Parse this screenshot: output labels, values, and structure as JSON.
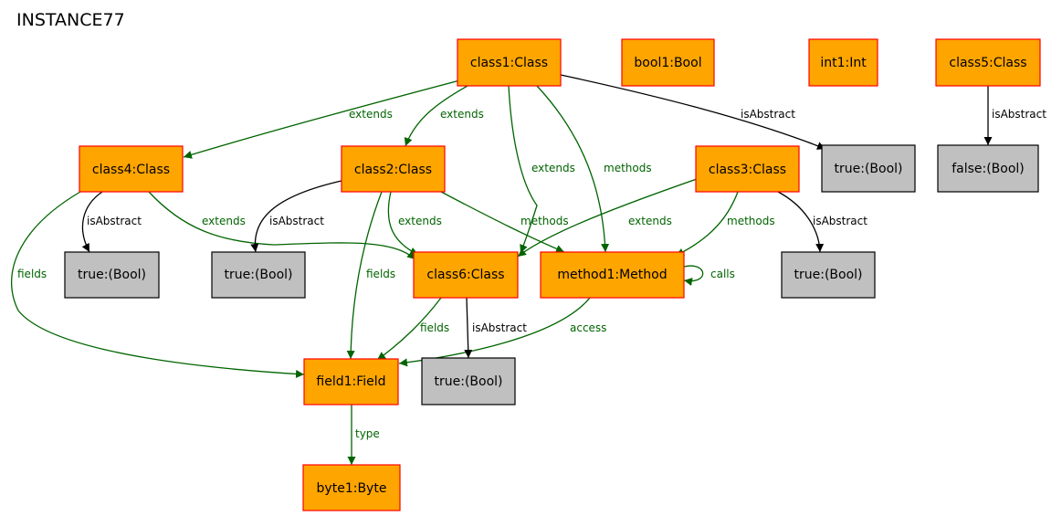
{
  "title": "INSTANCE77",
  "nodes": {
    "class1": "class1:Class",
    "bool1": "bool1:Bool",
    "int1": "int1:Int",
    "class5": "class5:Class",
    "class4": "class4:Class",
    "class2": "class2:Class",
    "class3": "class3:Class",
    "true_c1": "true:(Bool)",
    "false_c5": "false:(Bool)",
    "true_c4": "true:(Bool)",
    "true_c2": "true:(Bool)",
    "class6": "class6:Class",
    "method1": "method1:Method",
    "true_c3": "true:(Bool)",
    "field1": "field1:Field",
    "true_c6": "true:(Bool)",
    "byte1": "byte1:Byte"
  },
  "edges": {
    "c1_c4": "extends",
    "c1_c2": "extends",
    "c1_c6": "extends",
    "c1_m1": "methods",
    "c1_abs": "isAbstract",
    "c5_abs": "isAbstract",
    "c4_abs": "isAbstract",
    "c4_c6": "extends",
    "c4_f1": "fields",
    "c2_abs": "isAbstract",
    "c2_c6": "extends",
    "c2_m1": "methods",
    "c2_f1": "fields",
    "c3_c6": "extends",
    "c3_m1": "methods",
    "c3_abs": "isAbstract",
    "m1_m1": "calls",
    "m1_f1": "access",
    "c6_f1": "fields",
    "c6_abs": "isAbstract",
    "f1_b1": "type"
  },
  "colors": {
    "object_fill": "#FFA500",
    "object_stroke": "#FF0000",
    "value_fill": "#C0C0C0",
    "value_stroke": "#000000",
    "edge_green": "#006400",
    "edge_black": "#000000"
  }
}
